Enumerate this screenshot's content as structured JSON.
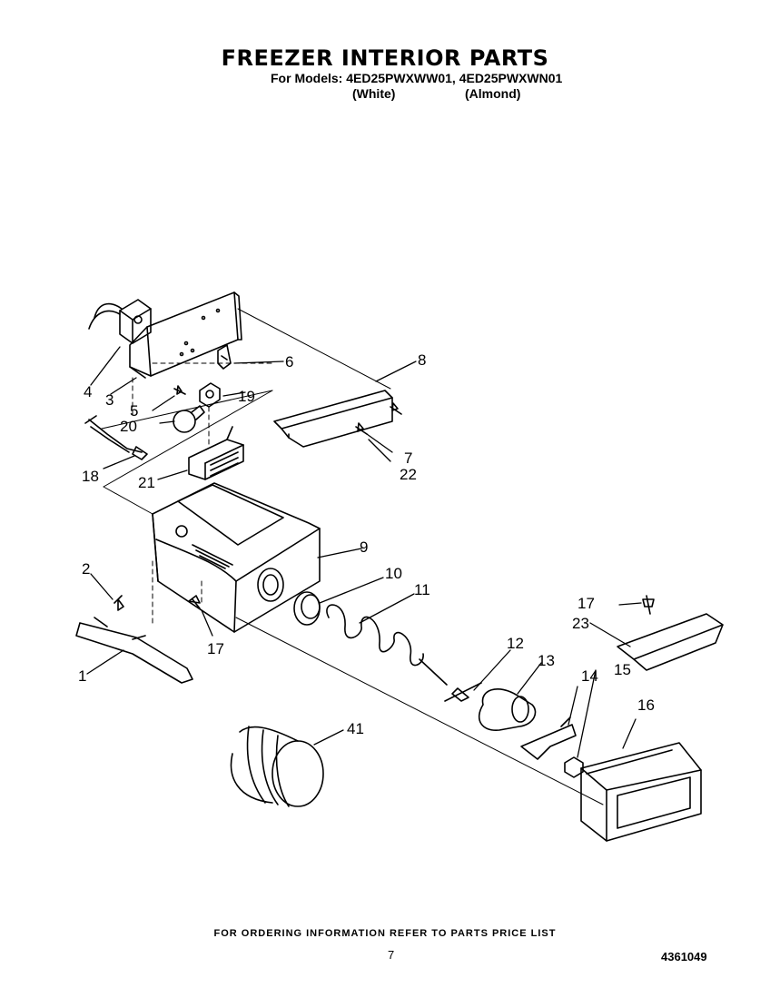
{
  "header": {
    "title": "FREEZER INTERIOR PARTS",
    "models": "For Models: 4ED25PWXWW01, 4ED25PWXWN01",
    "variant_white": "(White)",
    "variant_almond": "(Almond)"
  },
  "callouts": [
    "1",
    "2",
    "3",
    "4",
    "5",
    "6",
    "7",
    "8",
    "9",
    "10",
    "11",
    "12",
    "13",
    "14",
    "15",
    "16",
    "17",
    "18",
    "19",
    "20",
    "21",
    "22",
    "23",
    "41"
  ],
  "footer": {
    "ordering_note": "FOR ORDERING INFORMATION REFER TO PARTS PRICE LIST",
    "page_number": "7",
    "document_number": "4361049"
  }
}
